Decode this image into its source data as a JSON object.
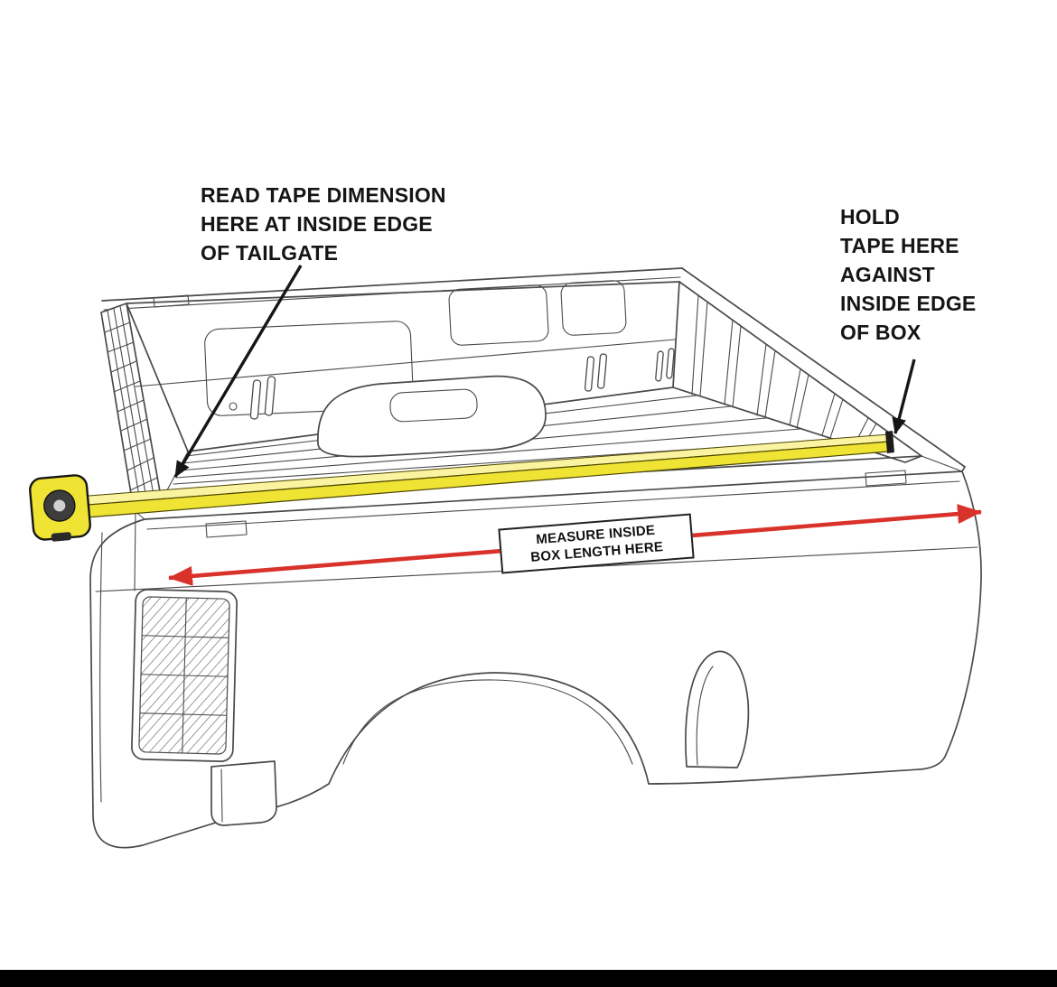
{
  "page": {
    "background": "#ffffff"
  },
  "colors": {
    "line_gray": "#4a4a4a",
    "tape_yellow": "#efe334",
    "tape_yellow_light": "#faf3a0",
    "arrow_red": "#d9322a",
    "annotation_black": "#151515",
    "footer_black": "#000000"
  },
  "annotations": {
    "read_tape": {
      "lines": [
        "READ TAPE DIMENSION",
        "HERE AT INSIDE EDGE",
        "OF TAILGATE"
      ]
    },
    "hold_tape": {
      "lines": [
        "HOLD",
        "TAPE HERE",
        "AGAINST",
        "INSIDE EDGE",
        "OF BOX"
      ]
    },
    "measure_label": {
      "lines": [
        "MEASURE INSIDE",
        "BOX LENGTH HERE"
      ]
    }
  }
}
